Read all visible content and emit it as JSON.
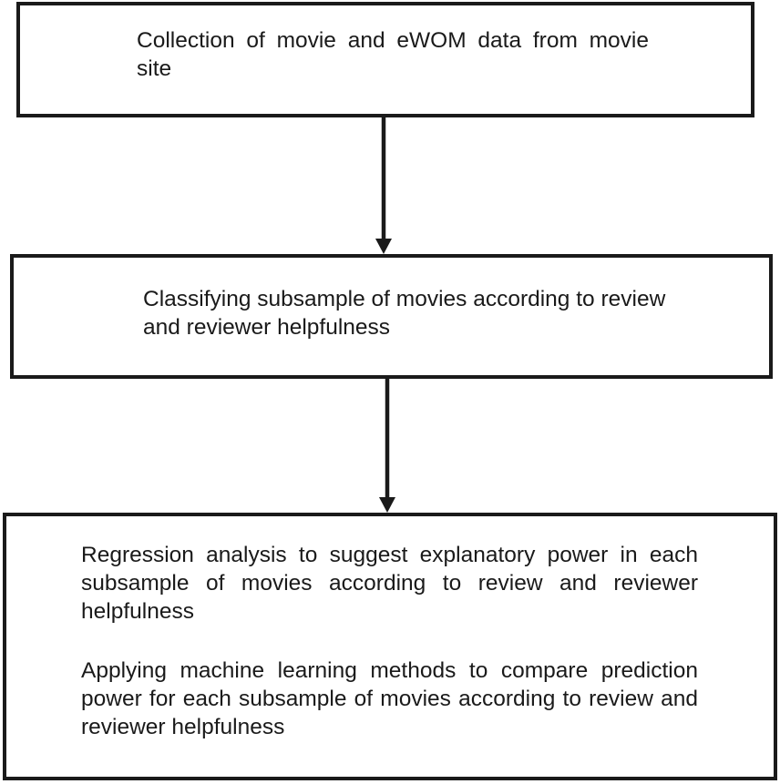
{
  "flowchart": {
    "step1": {
      "text": "Collection of movie and eWOM data from movie site"
    },
    "step2": {
      "text": "Classifying subsample of movies according to review and reviewer helpfulness"
    },
    "step3": {
      "paragraph1": "Regression analysis to suggest explanatory power in each subsample of movies according to review and reviewer helpfulness",
      "paragraph2": "Applying machine learning methods to compare prediction power for each subsample of movies according to review and reviewer helpfulness"
    },
    "colors": {
      "stroke": "#1a1a1a",
      "background": "#ffffff"
    }
  }
}
